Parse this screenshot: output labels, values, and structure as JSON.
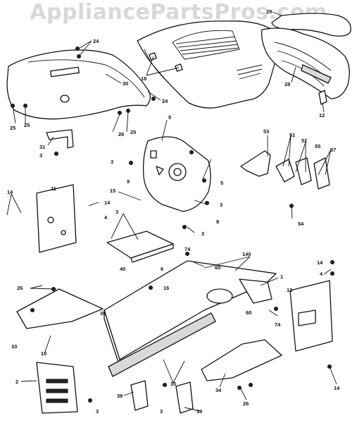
{
  "watermark": "AppliancePartsPros.com",
  "callouts": [
    {
      "id": "c29",
      "text": "29"
    },
    {
      "id": "c24a",
      "text": "24"
    },
    {
      "id": "c30",
      "text": "30"
    },
    {
      "id": "c18",
      "text": "18"
    },
    {
      "id": "c28",
      "text": "28"
    },
    {
      "id": "c12",
      "text": "12"
    },
    {
      "id": "c24b",
      "text": "24"
    },
    {
      "id": "c25a",
      "text": "25"
    },
    {
      "id": "c25b",
      "text": "25"
    },
    {
      "id": "c26a",
      "text": "26"
    },
    {
      "id": "c25c",
      "text": "25"
    },
    {
      "id": "c31",
      "text": "31"
    },
    {
      "id": "c3a",
      "text": "3"
    },
    {
      "id": "c5a",
      "text": "5"
    },
    {
      "id": "c3b",
      "text": "3"
    },
    {
      "id": "c9",
      "text": "9"
    },
    {
      "id": "c5b",
      "text": "5"
    },
    {
      "id": "c53",
      "text": "53"
    },
    {
      "id": "c51",
      "text": "51"
    },
    {
      "id": "c52",
      "text": "52"
    },
    {
      "id": "c55",
      "text": "55"
    },
    {
      "id": "c57",
      "text": "57"
    },
    {
      "id": "c11",
      "text": "11"
    },
    {
      "id": "c14a",
      "text": "14"
    },
    {
      "id": "c15",
      "text": "15"
    },
    {
      "id": "c14b",
      "text": "14"
    },
    {
      "id": "c3c",
      "text": "3"
    },
    {
      "id": "c4a",
      "text": "4"
    },
    {
      "id": "c3d",
      "text": "3"
    },
    {
      "id": "c8",
      "text": "8"
    },
    {
      "id": "c3e",
      "text": "3"
    },
    {
      "id": "c54",
      "text": "54"
    },
    {
      "id": "c74a",
      "text": "74"
    },
    {
      "id": "c140",
      "text": "140"
    },
    {
      "id": "c40",
      "text": "40"
    },
    {
      "id": "c6",
      "text": "6"
    },
    {
      "id": "c60a",
      "text": "60"
    },
    {
      "id": "c1",
      "text": "1"
    },
    {
      "id": "c14c",
      "text": "14"
    },
    {
      "id": "c4b",
      "text": "4"
    },
    {
      "id": "c16",
      "text": "16"
    },
    {
      "id": "c26b",
      "text": "26"
    },
    {
      "id": "c13",
      "text": "13"
    },
    {
      "id": "c35a",
      "text": "35"
    },
    {
      "id": "c60b",
      "text": "60"
    },
    {
      "id": "c74b",
      "text": "74"
    },
    {
      "id": "c33",
      "text": "33"
    },
    {
      "id": "c10",
      "text": "10"
    },
    {
      "id": "c2",
      "text": "2"
    },
    {
      "id": "c14d",
      "text": "14"
    },
    {
      "id": "c35b",
      "text": "35"
    },
    {
      "id": "c34",
      "text": "34"
    },
    {
      "id": "c26c",
      "text": "26"
    },
    {
      "id": "c3f",
      "text": "3"
    },
    {
      "id": "c38",
      "text": "38"
    },
    {
      "id": "c3g",
      "text": "3"
    },
    {
      "id": "c39",
      "text": "39"
    }
  ]
}
